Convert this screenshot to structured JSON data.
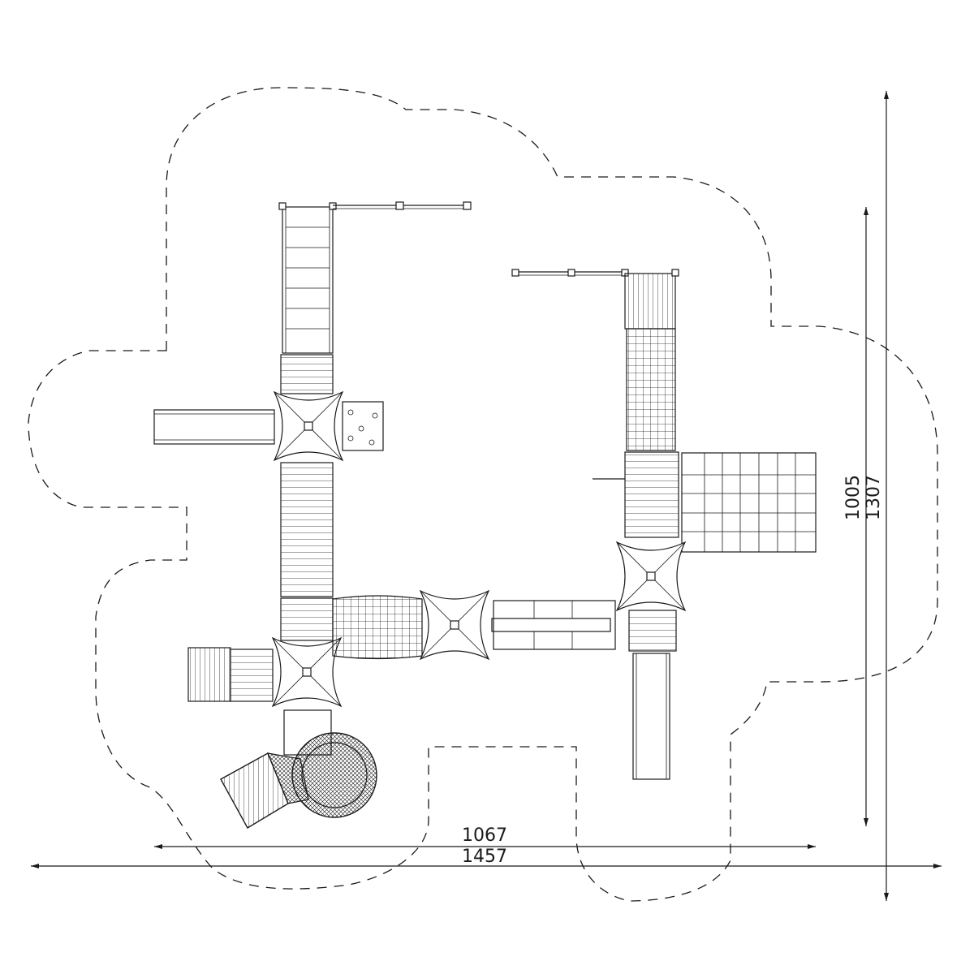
{
  "dimensions": {
    "inner_width": "1067",
    "outer_width": "1457",
    "inner_height": "1005",
    "outer_height": "1307"
  },
  "colors": {
    "line": "#1a1a1a",
    "background": "#ffffff"
  }
}
